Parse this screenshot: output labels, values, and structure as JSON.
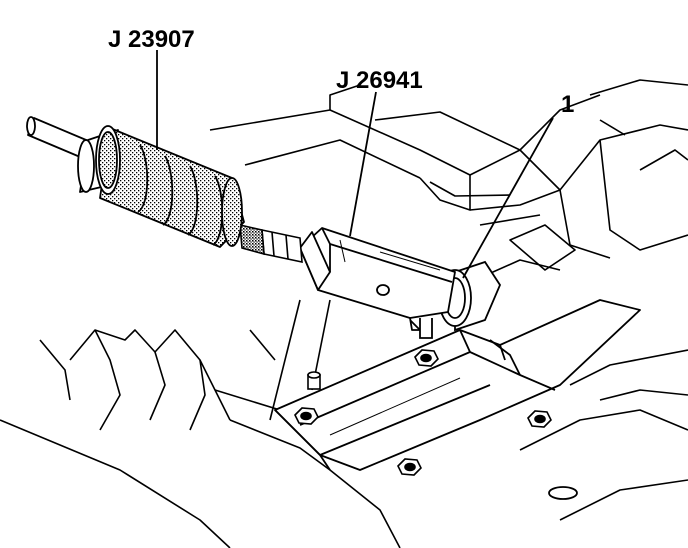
{
  "figure": {
    "callouts": {
      "slide_hammer": "J 23907",
      "remover_adapter": "J 26941",
      "bushing": "1"
    }
  }
}
